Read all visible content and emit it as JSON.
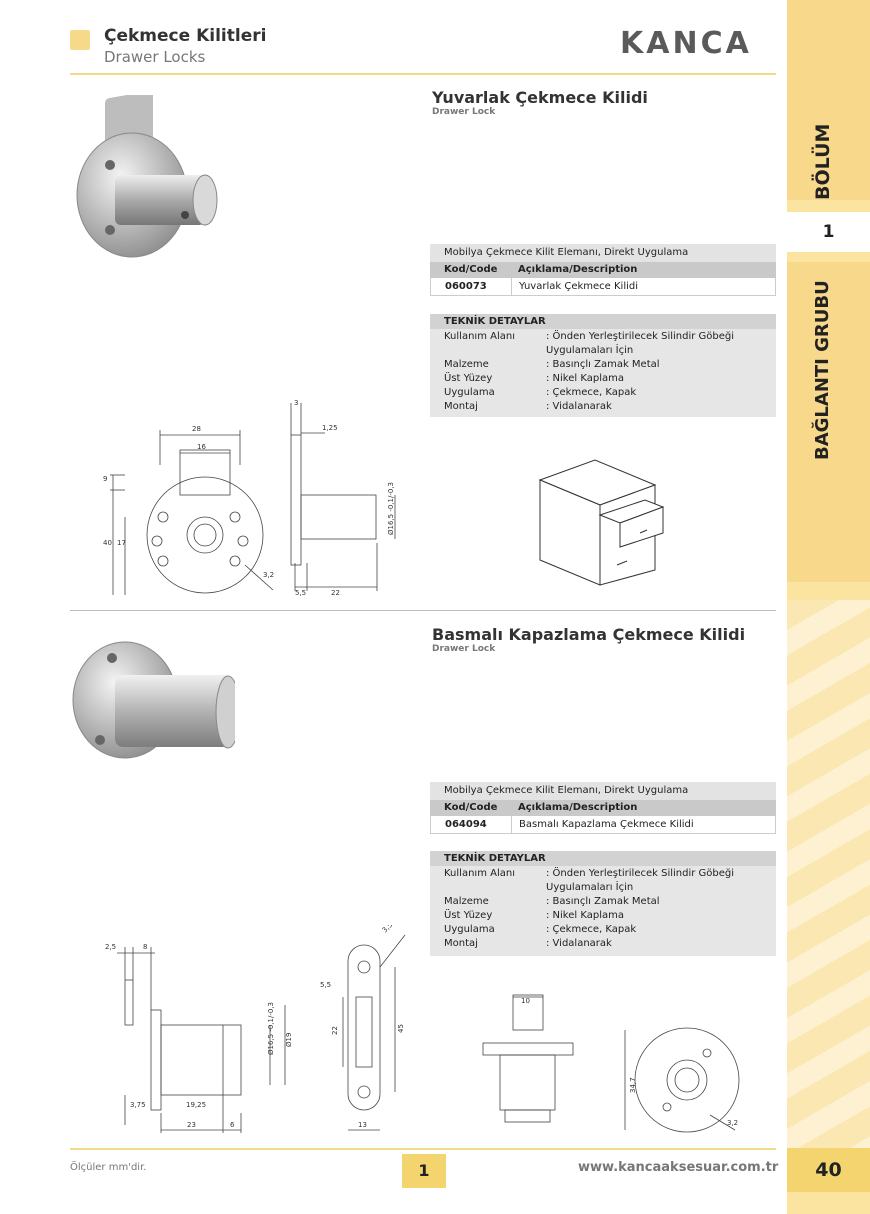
{
  "header": {
    "title": "Çekmece Kilitleri",
    "subtitle": "Drawer Locks",
    "brand": "KANCA"
  },
  "side": {
    "section": "BÖLÜM",
    "number": "1",
    "group": "BAĞLANTI GRUBU"
  },
  "product1": {
    "title": "Yuvarlak Çekmece Kilidi",
    "subtitle": "Drawer Lock",
    "category": "Mobilya Çekmece Kilit Elemanı, Direkt Uygulama",
    "col_code": "Kod/Code",
    "col_desc": "Açıklama/Description",
    "code": "060073",
    "desc": "Yuvarlak Çekmece Kilidi",
    "tech_title": "TEKNİK DETAYLAR",
    "tech": [
      {
        "k": "Kullanım Alanı",
        "v": ": Önden Yerleştirilecek Silindir Göbeği"
      },
      {
        "k": "",
        "v": "  Uygulamaları İçin"
      },
      {
        "k": "Malzeme",
        "v": ": Basınçlı Zamak Metal"
      },
      {
        "k": "Üst Yüzey",
        "v": ": Nikel Kaplama"
      },
      {
        "k": "Uygulama",
        "v": ": Çekmece, Kapak"
      },
      {
        "k": "Montaj",
        "v": ": Vidalanarak"
      }
    ],
    "dims": {
      "d28": "28",
      "d16": "16",
      "d9": "9",
      "d40": "40",
      "d17": "17",
      "d32": "3,2",
      "d3": "3",
      "d125": "1,25",
      "d165": "Ø16,5 -0,1/-0,3",
      "d55": "5,5",
      "d22": "22"
    }
  },
  "product2": {
    "title": "Basmalı Kapazlama Çekmece Kilidi",
    "subtitle": "Drawer Lock",
    "category": "Mobilya Çekmece Kilit Elemanı, Direkt Uygulama",
    "col_code": "Kod/Code",
    "col_desc": "Açıklama/Description",
    "code": "064094",
    "desc": "Basmalı Kapazlama Çekmece Kilidi",
    "tech_title": "TEKNİK DETAYLAR",
    "tech": [
      {
        "k": "Kullanım Alanı",
        "v": ": Önden Yerleştirilecek Silindir Göbeği"
      },
      {
        "k": "",
        "v": "  Uygulamaları İçin"
      },
      {
        "k": "Malzeme",
        "v": ": Basınçlı Zamak Metal"
      },
      {
        "k": "Üst Yüzey",
        "v": ": Nikel Kaplama"
      },
      {
        "k": "Uygulama",
        "v": ": Çekmece, Kapak"
      },
      {
        "k": "Montaj",
        "v": ": Vidalanarak"
      }
    ],
    "dims": {
      "d25": "2,5",
      "d8": "8",
      "d165": "Ø16,5 -0,1/-0,3",
      "d19": "Ø19",
      "d375": "3,75",
      "d1925": "19,25",
      "d23": "23",
      "d6": "6",
      "d35": "3,5",
      "d55": "5,5",
      "d22": "22",
      "d45": "45",
      "d13": "13",
      "d10": "10",
      "d347": "34,7",
      "d32": "3,2"
    }
  },
  "footer": {
    "note": "Ölçüler mm'dir.",
    "chapter": "1",
    "url": "www.kancaaksesuar.com.tr",
    "page": "40"
  }
}
